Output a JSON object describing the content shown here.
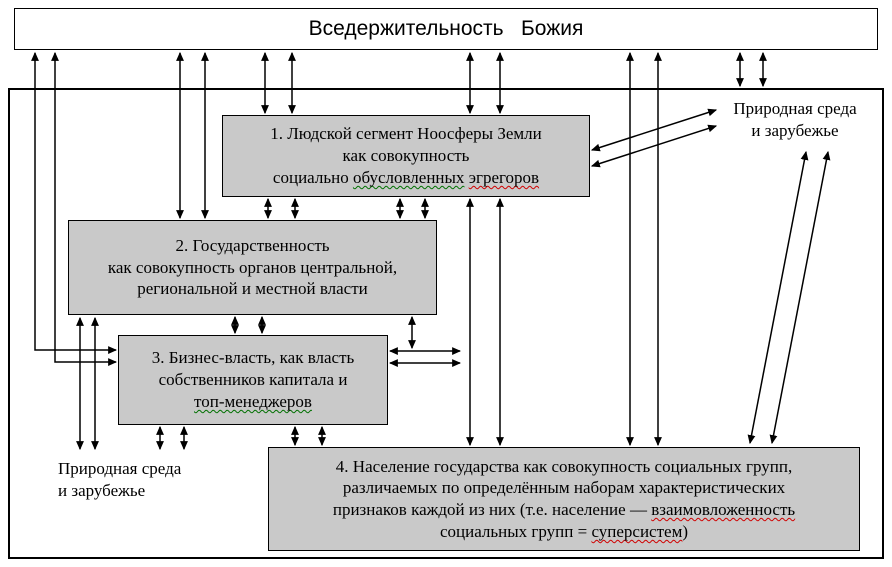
{
  "title": "Вседержительность Божия",
  "boxes": {
    "box1": {
      "lines": [
        [
          {
            "t": "1. Людской сегмент Ноосферы Земли"
          }
        ],
        [
          {
            "t": "как совокупность"
          }
        ],
        [
          {
            "t": "социально "
          },
          {
            "t": "обусловленных",
            "u": "green"
          },
          {
            "t": " "
          },
          {
            "t": "эгрегоров",
            "u": "red"
          }
        ]
      ]
    },
    "box2": {
      "lines": [
        [
          {
            "t": "2. Государственность"
          }
        ],
        [
          {
            "t": "как совокупность органов центральной,"
          }
        ],
        [
          {
            "t": "региональной и местной власти"
          }
        ]
      ]
    },
    "box3": {
      "lines": [
        [
          {
            "t": "3. Бизнес-власть, как власть"
          }
        ],
        [
          {
            "t": "собственников капитала и"
          }
        ],
        [
          {
            "t": "топ-менеджеров",
            "u": "green"
          }
        ]
      ]
    },
    "box4": {
      "lines": [
        [
          {
            "t": "4. Население государства как совокупность социальных групп,"
          }
        ],
        [
          {
            "t": "различаемых по определённым наборам характеристических"
          }
        ],
        [
          {
            "t": "признаков каждой из них (т.е. население — "
          },
          {
            "t": "взаимовложенность",
            "u": "red"
          }
        ],
        [
          {
            "t": "социальных групп = "
          },
          {
            "t": "суперсистем",
            "u": "red"
          },
          {
            "t": ")"
          }
        ]
      ]
    }
  },
  "labels": {
    "top_right": {
      "lines": [
        "Природная среда",
        "и зарубежье"
      ]
    },
    "bottom_left": {
      "lines": [
        "Природная среда",
        "и зарубежье"
      ]
    }
  },
  "colors": {
    "box_fill": "#c9c9c9",
    "border": "#000000",
    "spellcheck_red": "#d00000",
    "spellcheck_green": "#007000"
  }
}
